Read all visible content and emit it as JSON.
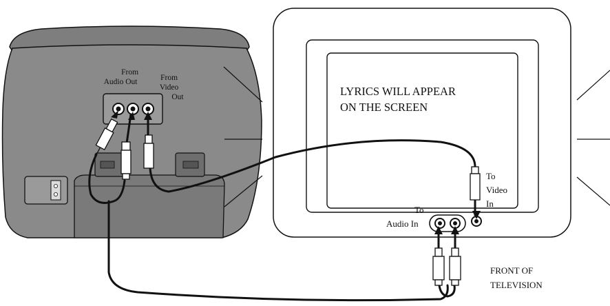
{
  "labels": {
    "from_audio_out": [
      "From",
      "Audio Out"
    ],
    "from_video_out": [
      "From",
      "Video",
      "Out"
    ],
    "lyrics_message": [
      "LYRICS WILL APPEAR",
      "ON THE SCREEN"
    ],
    "to_video_in": [
      "To",
      "Video",
      "In"
    ],
    "to_audio_in": [
      "To",
      "Audio In"
    ],
    "front_of_television": [
      "FRONT OF",
      "TELEVISION"
    ]
  },
  "colors": {
    "unit_body": "#8a8a8a",
    "unit_dark": "#7a7a7a",
    "outline": "#111111",
    "jack_panel": "#9a9a9a",
    "connector_fill": "#ffffff",
    "background": "#ffffff"
  }
}
